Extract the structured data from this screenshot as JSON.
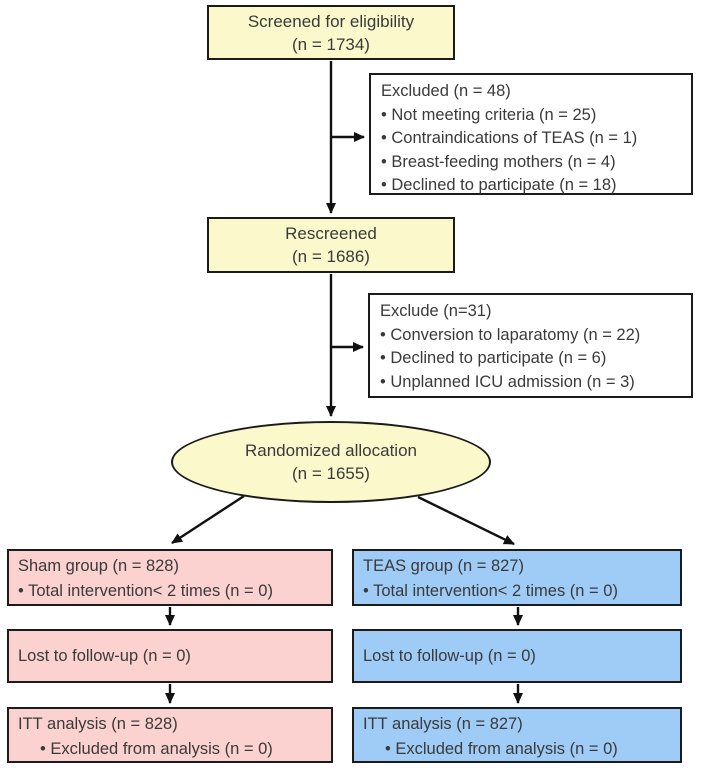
{
  "colors": {
    "yellow": "#fbf8cc",
    "pink": "#fbd2cf",
    "blue": "#9fcbf7",
    "white": "#ffffff",
    "border": "#1b1b1b",
    "text": "#3a3a3a",
    "arrow": "#111111"
  },
  "nodes": {
    "screened": {
      "line1": "Screened for eligibility",
      "line2": "(n = 1734)"
    },
    "excluded_first": {
      "title": "Excluded (n = 48)",
      "items": [
        "• Not meeting criteria (n = 25)",
        "• Contraindications of TEAS (n = 1)",
        "• Breast-feeding mothers (n = 4)",
        "• Declined to participate (n = 18)"
      ]
    },
    "rescreened": {
      "line1": "Rescreened",
      "line2": "(n = 1686)"
    },
    "excluded_second": {
      "title": "Exclude (n=31)",
      "items": [
        "• Conversion to laparatomy (n = 22)",
        "• Declined to participate (n = 6)",
        "• Unplanned ICU admission (n = 3)"
      ]
    },
    "randomized": {
      "line1": "Randomized allocation",
      "line2": "(n = 1655)"
    },
    "sham_group": {
      "title": "Sham group (n = 828)",
      "bullet": "• Total intervention< 2 times (n = 0)"
    },
    "teas_group": {
      "title": "TEAS group (n = 827)",
      "bullet": "• Total intervention< 2 times (n = 0)"
    },
    "sham_lost": {
      "title": "Lost to follow-up (n = 0)"
    },
    "teas_lost": {
      "title": "Lost to follow-up (n = 0)"
    },
    "sham_itt": {
      "title": "ITT analysis (n = 828)",
      "bullet": "• Excluded from analysis (n = 0)"
    },
    "teas_itt": {
      "title": "ITT analysis (n = 827)",
      "bullet": "• Excluded from analysis (n = 0)"
    }
  }
}
